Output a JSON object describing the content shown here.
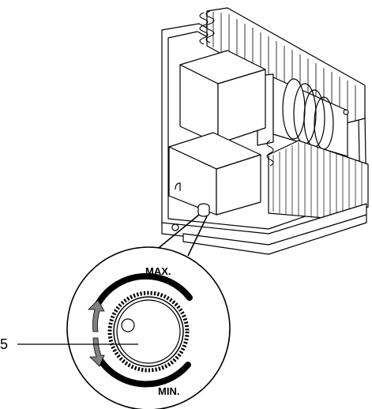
{
  "callout": {
    "number": "5"
  },
  "dial": {
    "max_label": "MAX.",
    "min_label": "MIN."
  },
  "colors": {
    "line": "#000000",
    "arrow_gray": "#808080",
    "background": "#ffffff"
  }
}
